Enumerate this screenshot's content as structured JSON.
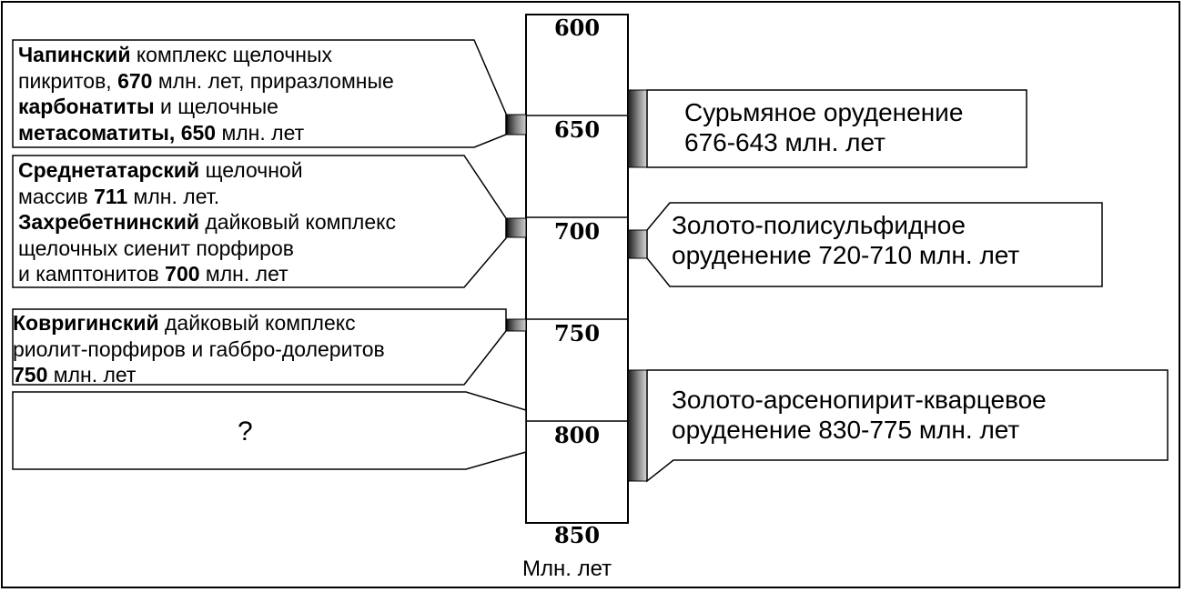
{
  "scale": {
    "ticks": [
      "600",
      "650",
      "700",
      "750",
      "800",
      "850"
    ],
    "unit_label": "Млн. лет"
  },
  "left_events": [
    {
      "lines": [
        [
          {
            "t": "Чапинский",
            "b": true
          },
          {
            "t": " комплекс щелочных",
            "b": false
          }
        ],
        [
          {
            "t": "пикритов, ",
            "b": false
          },
          {
            "t": "670",
            "b": true
          },
          {
            "t": " млн. лет, приразломные",
            "b": false
          }
        ],
        [
          {
            "t": "карбонатиты",
            "b": true
          },
          {
            "t": " и щелочные",
            "b": false
          }
        ],
        [
          {
            "t": "метасоматиты, 650",
            "b": true
          },
          {
            "t": " млн. лет",
            "b": false
          }
        ]
      ]
    },
    {
      "lines": [
        [
          {
            "t": "Среднетатарский",
            "b": true
          },
          {
            "t": " щелочной",
            "b": false
          }
        ],
        [
          {
            "t": "массив ",
            "b": false
          },
          {
            "t": "711",
            "b": true
          },
          {
            "t": " млн. лет.",
            "b": false
          }
        ],
        [
          {
            "t": "Захребетнинский",
            "b": true
          },
          {
            "t": " дайковый комплекс",
            "b": false
          }
        ],
        [
          {
            "t": "щелочных сиенит порфиров",
            "b": false
          }
        ],
        [
          {
            "t": "и камптонитов ",
            "b": false
          },
          {
            "t": "700",
            "b": true
          },
          {
            "t": " млн. лет",
            "b": false
          }
        ]
      ]
    },
    {
      "lines": [
        [
          {
            "t": "Ковригинский",
            "b": true
          },
          {
            "t": " дайковый комплекс",
            "b": false
          }
        ],
        [
          {
            "t": "риолит-порфиров и габбро-долеритов",
            "b": false
          }
        ],
        [
          {
            "t": "750",
            "b": true
          },
          {
            "t": " млн. лет",
            "b": false
          }
        ]
      ]
    },
    {
      "lines": [
        [
          {
            "t": "?",
            "b": false
          }
        ]
      ]
    }
  ],
  "right_events": [
    {
      "line1": "Сурьмяное оруденение",
      "line2": "676-643 млн. лет"
    },
    {
      "line1": "Золото-полисульфидное",
      "line2": "оруденение 720-710 млн. лет"
    },
    {
      "line1": "Золото-арсенопирит-кварцевое",
      "line2": "оруденение 830-775 млн. лет"
    }
  ]
}
